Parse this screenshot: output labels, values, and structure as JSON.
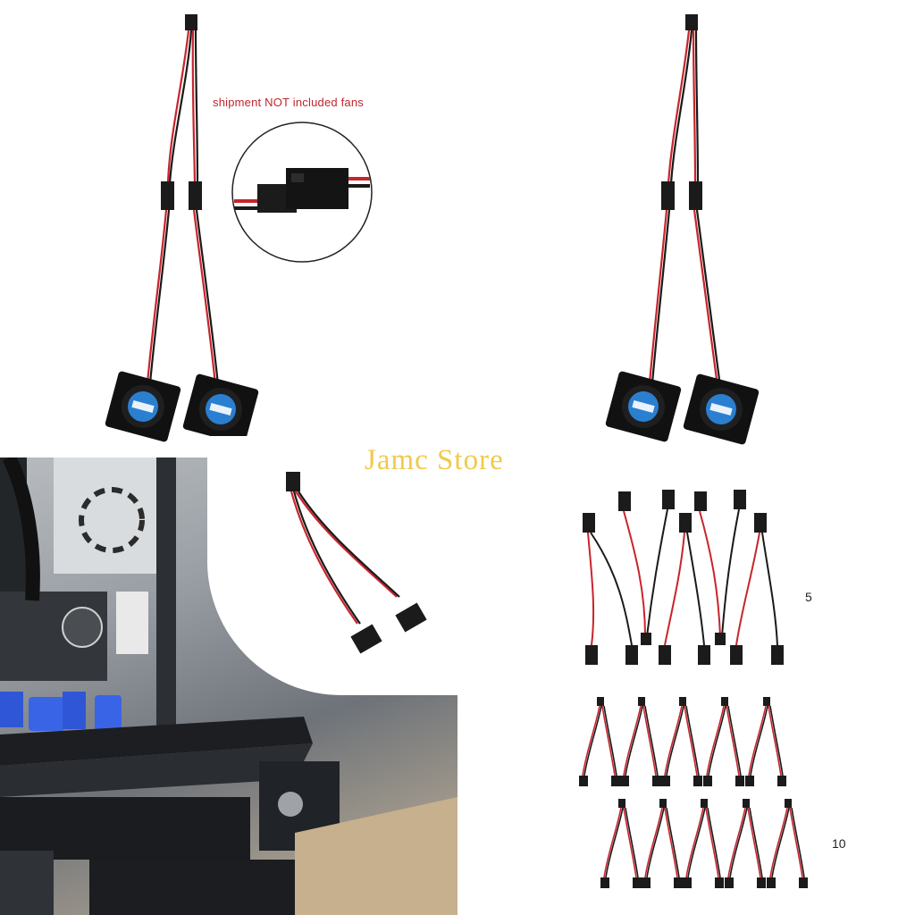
{
  "product": {
    "note": "shipment NOT included fans",
    "watermark": "Jamc Store",
    "quantities": [
      "5",
      "10"
    ]
  },
  "colors": {
    "wire_red": "#c8242b",
    "wire_black": "#1a1a1a",
    "connector": "#1b1b1b",
    "fan_label": "#2a7fd1",
    "note_text": "#c0262b",
    "watermark": "#f0c437"
  },
  "icons": [
    "fan-icon",
    "connector-icon",
    "magnifier-circle"
  ]
}
